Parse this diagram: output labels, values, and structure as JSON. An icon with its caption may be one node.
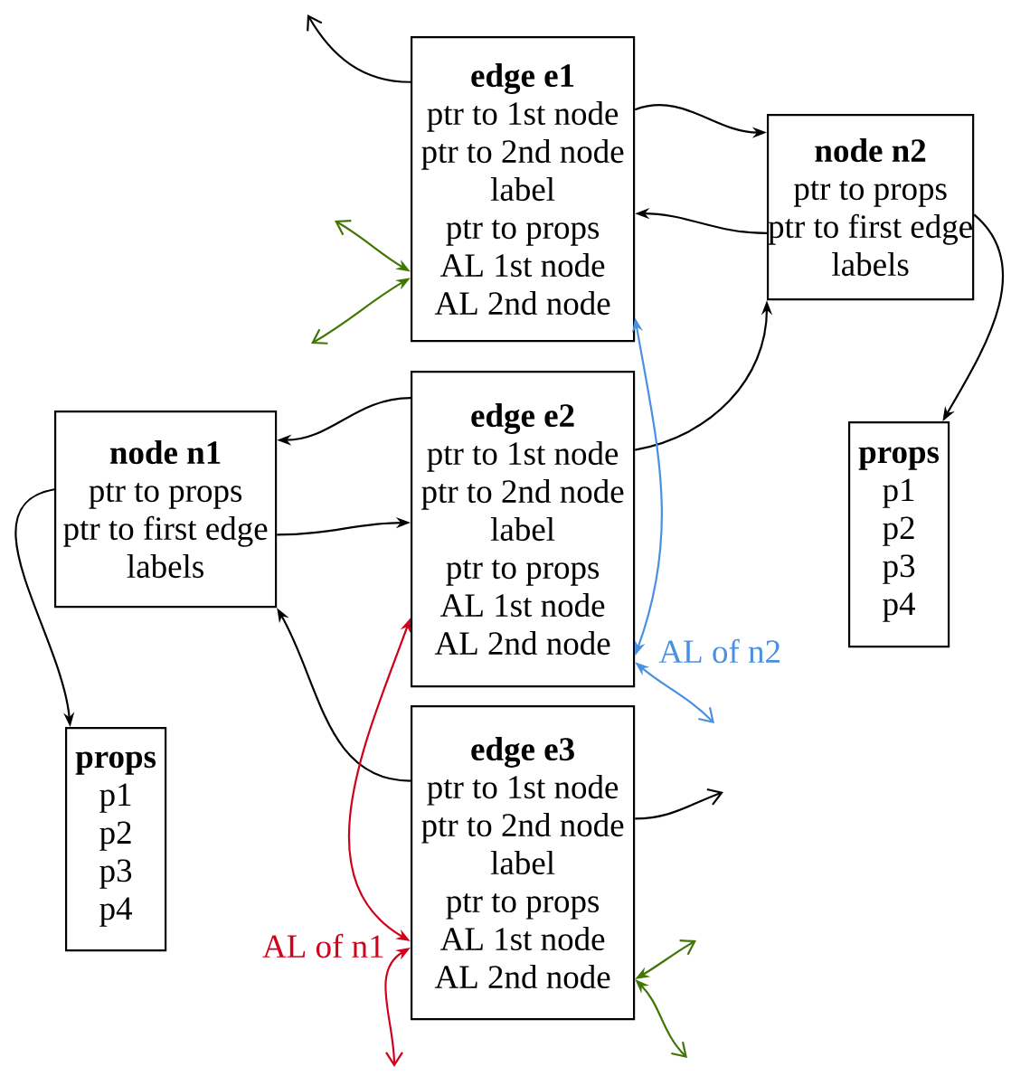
{
  "diagram": {
    "nodes": [
      {
        "text": [
          "edge e1",
          "ptr to 1st node",
          "ptr to 2nd node",
          "label",
          "ptr to props",
          "AL 1st node",
          "AL 2nd node"
        ]
      },
      {
        "text": [
          "node n2",
          "ptr to props",
          "ptr to first edge",
          "labels"
        ]
      },
      {
        "text": [
          "node n1",
          "ptr to props",
          "ptr to first edge",
          "labels"
        ]
      },
      {
        "text": [
          "edge e2",
          "ptr to 1st node",
          "ptr to 2nd node",
          "label",
          "ptr to props",
          "AL 1st node",
          "AL 2nd node"
        ]
      },
      {
        "text": [
          "props",
          "p1",
          "p2",
          "p3",
          "p4"
        ]
      },
      {
        "text": [
          "props",
          "p1",
          "p2",
          "p3",
          "p4"
        ]
      },
      {
        "text": [
          "edge e3",
          "ptr to 1st node",
          "ptr to 2nd node",
          "label",
          "ptr to props",
          "AL 1st node",
          "AL 2nd node"
        ]
      }
    ],
    "edges": [
      {
        "from": 0,
        "to": null,
        "arrow": "to"
      },
      {
        "from": 0,
        "to": 1,
        "arrow": "to"
      },
      {
        "from": 1,
        "to": 0,
        "arrow": "to"
      },
      {
        "from": 3,
        "to": 1,
        "arrow": "to"
      },
      {
        "from": 3,
        "to": 2,
        "arrow": "to"
      },
      {
        "from": 2,
        "to": 3,
        "arrow": "to"
      },
      {
        "from": 2,
        "to": 5,
        "arrow": "to"
      },
      {
        "from": 1,
        "to": 4,
        "arrow": "to"
      },
      {
        "from": 6,
        "to": 2,
        "arrow": "to"
      },
      {
        "from": 6,
        "to": null,
        "arrow": "to"
      },
      {
        "from": 3,
        "to": 0,
        "arrow": "both",
        "color": "#4a90e2"
      },
      {
        "from": 3,
        "to": null,
        "arrow": "both",
        "color": "#4a90e2"
      },
      {
        "from": 6,
        "to": 3,
        "arrow": "both",
        "color": "#d0021b"
      },
      {
        "from": 6,
        "to": null,
        "arrow": "both",
        "color": "#d0021b"
      },
      {
        "from": null,
        "to": 0,
        "arrow": "both",
        "color": "#417505"
      },
      {
        "from": null,
        "to": 0,
        "arrow": "both",
        "color": "#417505"
      },
      {
        "from": null,
        "to": 6,
        "arrow": "both",
        "color": "#417505"
      },
      {
        "from": null,
        "to": 6,
        "arrow": "both",
        "color": "#417505"
      }
    ],
    "labels": [
      "AL of n2",
      "AL of n1"
    ]
  }
}
